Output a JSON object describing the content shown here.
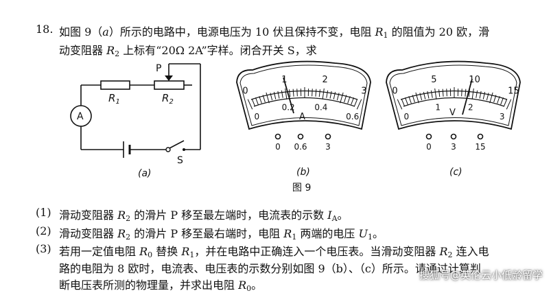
{
  "question": {
    "number": "18.",
    "line1": {
      "a": "如图 9（",
      "b": "a",
      "c": "）所示的电路中，电源电压为 10 伏且保持不变，电阻 ",
      "r": "R",
      "rsub": "1",
      "d": " 的阻值为 20 欧，滑"
    },
    "line2": {
      "a": "动变阻器 ",
      "r": "R",
      "rsub": "2",
      "b": " 上标有“20Ω   2A”字样。闭合开关 S，求"
    }
  },
  "circuit": {
    "r1_label": "R",
    "r1_sub": "1",
    "r2_label": "R",
    "r2_sub": "2",
    "slider_label": "P",
    "ammeter_label": "A",
    "switch_label": "S",
    "caption": "(a)"
  },
  "ammeter": {
    "top_scale": [
      "0",
      "1",
      "2",
      "3"
    ],
    "bottom_scale": [
      "0",
      "0.2",
      "0.4",
      "0.6"
    ],
    "unit": "A",
    "terminals": [
      "0",
      "0.6",
      "3"
    ],
    "caption": "(b)"
  },
  "voltmeter": {
    "top_scale": [
      "0",
      "5",
      "10",
      "15"
    ],
    "bottom_scale": [
      "0",
      "1",
      "2",
      "3"
    ],
    "unit": "V",
    "terminals": [
      "0",
      "3",
      "15"
    ],
    "caption": "(c)"
  },
  "figure_caption": "图 9",
  "parts": [
    {
      "num": "(1)",
      "a": "滑动变阻器 ",
      "r": "R",
      "rsub": "2",
      "b": " 的滑片 P 移至最左端时，电流表的示数 ",
      "v": "I",
      "vsub": "A",
      "c": "。"
    },
    {
      "num": "(2)",
      "a": "滑动变阻器 ",
      "r": "R",
      "rsub": "2",
      "b": " 的滑片 P 移至最右端时，电阻 ",
      "r1": "R",
      "r1sub": "1",
      "c": " 两端的电压 ",
      "v": "U",
      "vsub": "1",
      "d": "。"
    },
    {
      "num": "(3)",
      "l1a": "若用一定值电阻 ",
      "r0": "R",
      "r0sub": "0",
      "l1b": " 替换 ",
      "r1": "R",
      "r1sub": "1",
      "l1c": "，并在电路中正确连入一个电压表。当滑动变阻器 ",
      "r2": "R",
      "r2sub": "2",
      "l1d": " 连入电",
      "l2": "路的电阻为 8 欧时，电流表、电压表的示数分别如图 9（b）、（c）所示。请通过计算判",
      "l3a": "断电压表所测的物理量，并求出电阻 ",
      "r0b": "R",
      "r0bsub": "0",
      "l3b": "。"
    }
  ],
  "watermark": "搜狐号@英伦云小低龄留学"
}
